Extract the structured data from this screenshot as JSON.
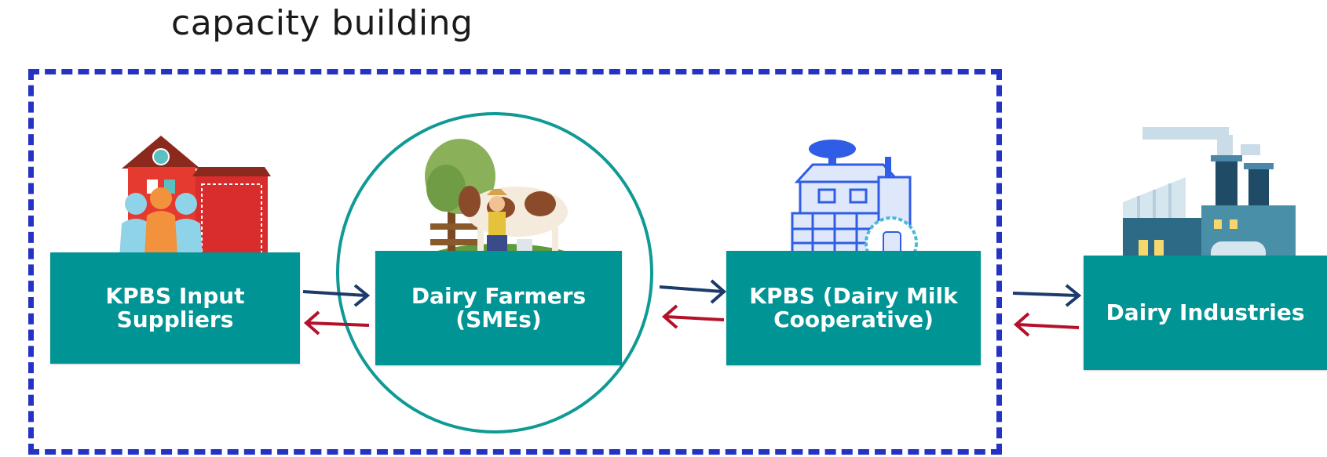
{
  "title": "capacity building",
  "nodes": [
    {
      "label": "KPBS Input\nSuppliers"
    },
    {
      "label": "Dairy Farmers\n(SMEs)"
    },
    {
      "label": "KPBS (Dairy Milk\nCooperative)"
    },
    {
      "label": "Dairy Industries"
    }
  ],
  "colors": {
    "node_fill": "#009494",
    "dashed_border": "#2433c4",
    "arrow_forward": "#1c3a6b",
    "arrow_back": "#b3122a",
    "circle": "#0f9a95"
  },
  "icons": [
    "barn-icon",
    "farmer-cow-icon",
    "cooperative-building-icon",
    "factory-icon"
  ]
}
